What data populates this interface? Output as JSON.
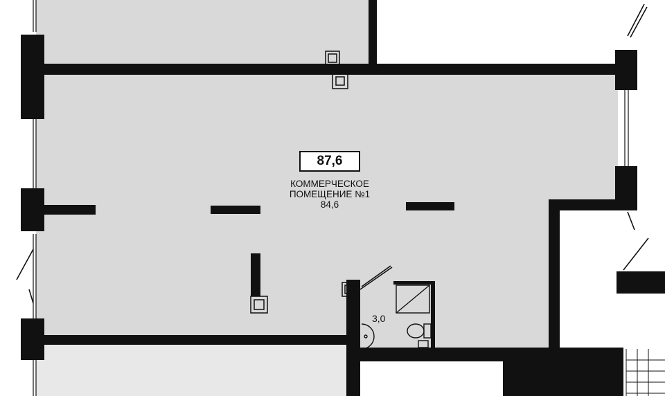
{
  "plan": {
    "total_area": "87,6",
    "main_room": {
      "name_line1": "КОММЕРЧЕСКОЕ",
      "name_line2": "ПОМЕЩЕНИЕ №1",
      "area": "84,6"
    },
    "bathroom": {
      "area": "3,0"
    }
  },
  "colors": {
    "wall": "#111111",
    "room_fill": "#d9d9d9",
    "neighbor_fill": "#d9d9d9",
    "background": "#ffffff"
  }
}
